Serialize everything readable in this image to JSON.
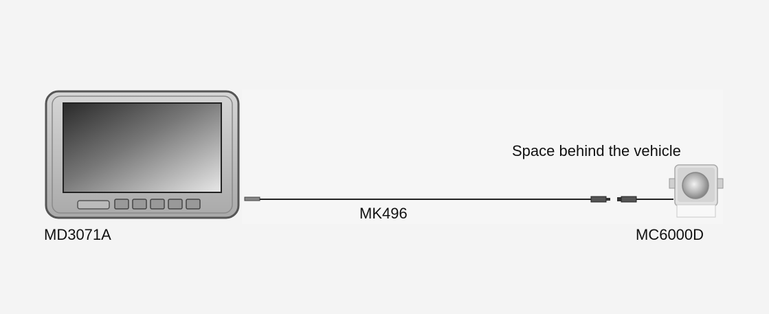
{
  "diagram": {
    "monitor": {
      "model": "MD3071A"
    },
    "cable": {
      "model": "MK496"
    },
    "camera": {
      "model": "MC6000D",
      "location": "Space behind the vehicle"
    }
  }
}
